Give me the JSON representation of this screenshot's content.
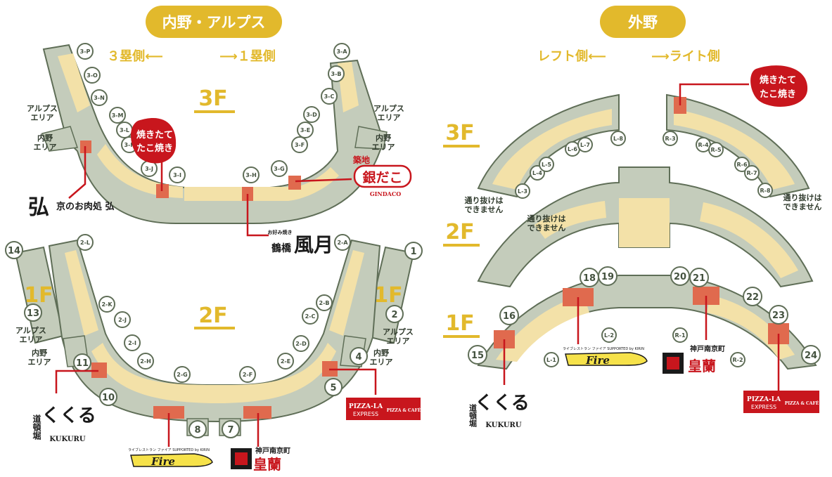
{
  "colors": {
    "concourse": "#c4ccbb",
    "outline": "#5f6e57",
    "seat": "#f3e1a8",
    "shop": "#e06a4e",
    "pill": "#e2b92c",
    "pointer": "#c8161d",
    "floor_text": "#e2b92c"
  },
  "left_panel": {
    "title": "内野・アルプス",
    "direction_left": "３塁側⟵",
    "direction_right": "⟶１塁側",
    "floor_3f": "3F",
    "floor_2f": "2F",
    "floor_1f": "1F",
    "alps_area": [
      "アルプス",
      "エリア"
    ],
    "infield_area": [
      "内野",
      "エリア"
    ],
    "gates_3f_left": [
      "3-P",
      "3-O",
      "3-N",
      "3-M",
      "3-L",
      "3-K",
      "3-J",
      "3-I"
    ],
    "gates_3f_right": [
      "3-A",
      "3-B",
      "3-C",
      "3-D",
      "3-E",
      "3-F",
      "3-G",
      "3-H"
    ],
    "gates_2f_left": [
      "2-L",
      "2-K",
      "2-J",
      "2-I",
      "2-H",
      "2-G"
    ],
    "gates_2f_right": [
      "2-A",
      "2-B",
      "2-C",
      "2-D",
      "2-E",
      "2-F"
    ],
    "gates_1f": [
      "14",
      "13",
      "11",
      "10",
      "8",
      "7",
      "5",
      "4",
      "2",
      "1"
    ]
  },
  "right_panel": {
    "title": "外野",
    "direction_left": "レフト側⟵",
    "direction_right": "⟶ライト側",
    "floor_3f": "3F",
    "floor_2f": "2F",
    "floor_1f": "1F",
    "no_pass_left": [
      "通り抜けは",
      "できません"
    ],
    "no_pass_center": [
      "通り抜けは",
      "できません"
    ],
    "no_pass_right": [
      "通り抜けは",
      "できません"
    ],
    "gates_3f_left": [
      "L-3",
      "L-4",
      "L-5",
      "L-6",
      "L-7",
      "L-8"
    ],
    "gates_3f_right": [
      "R-3",
      "R-4",
      "R-5",
      "R-6",
      "R-7",
      "R-8"
    ],
    "gates_1f_small": [
      "L-1",
      "L-2",
      "R-1",
      "R-2"
    ],
    "gates_1f": [
      "15",
      "16",
      "18",
      "19",
      "20",
      "21",
      "22",
      "23",
      "24"
    ]
  },
  "logos": {
    "takoyaki": [
      "焼きたて",
      "たこ焼き"
    ],
    "hiro": "京のお肉処 弘",
    "hiro_mark": "弘",
    "gindaco_top": "築地",
    "gindaco": "銀だこ",
    "gindaco_en": "GINDACO",
    "tsurugashi_small": "お好み焼き",
    "tsurugashi": "鶴橋",
    "fugetsu": "風月",
    "kukuru": "くくる",
    "kukuru_en": "KUKURU",
    "kukuru_side": "道頓堀",
    "fire_small": "ライブレストラン ファイア SUPPORTED by KIRIN",
    "fire": "Fire",
    "koran_top": "神戸南京町",
    "koran": "皇蘭",
    "pizza_brand": "PIZZA-LA",
    "pizza_sub": "EXPRESS",
    "pizza_right": "PIZZA & CAFÉ"
  }
}
